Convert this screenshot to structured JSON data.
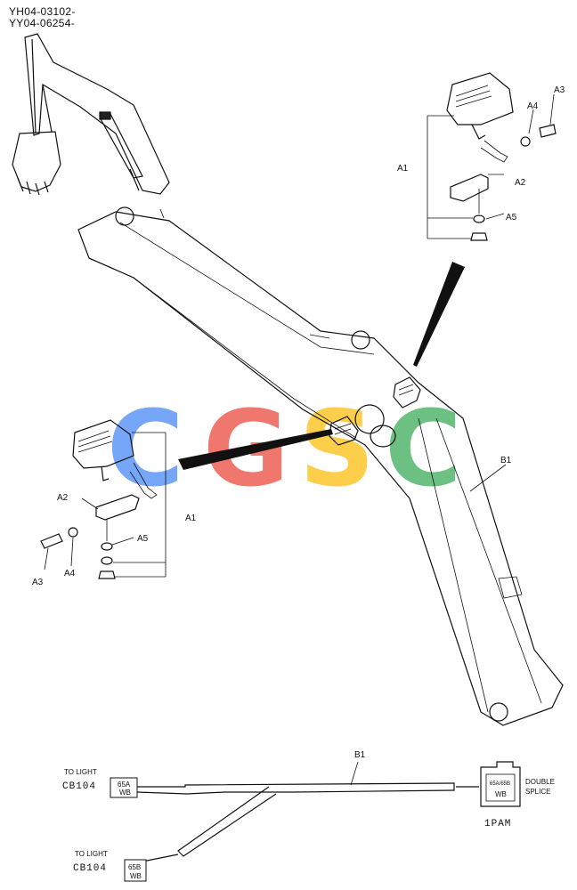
{
  "serials": [
    "YH04-03102-",
    "YY04-06254-"
  ],
  "watermark": {
    "letters": [
      "C",
      "G",
      "S",
      "C"
    ],
    "colors": [
      "#4285f4",
      "#ea4335",
      "#fbbc05",
      "#34a853"
    ]
  },
  "callouts_top": {
    "a1": "A1",
    "a2": "A2",
    "a3": "A3",
    "a4": "A4",
    "a5": "A5"
  },
  "callouts_left": {
    "a1": "A1",
    "a2": "A2",
    "a3": "A3",
    "a4": "A4",
    "a5": "A5"
  },
  "boom_label": "B1",
  "harness": {
    "label": "B1",
    "to_light_1": "TO LIGHT",
    "cb_1": "CB104",
    "conn_1_line1": "65A",
    "conn_1_line2": "WB",
    "to_light_2": "TO LIGHT",
    "cb_2": "CB104",
    "conn_2_line1": "65B",
    "conn_2_line2": "WB",
    "double_splice_1": "DOUBLE",
    "double_splice_2": "SPLICE",
    "splice_code_line1": "65A/65B",
    "splice_code_line2": "WB",
    "pam": "1PAM"
  }
}
